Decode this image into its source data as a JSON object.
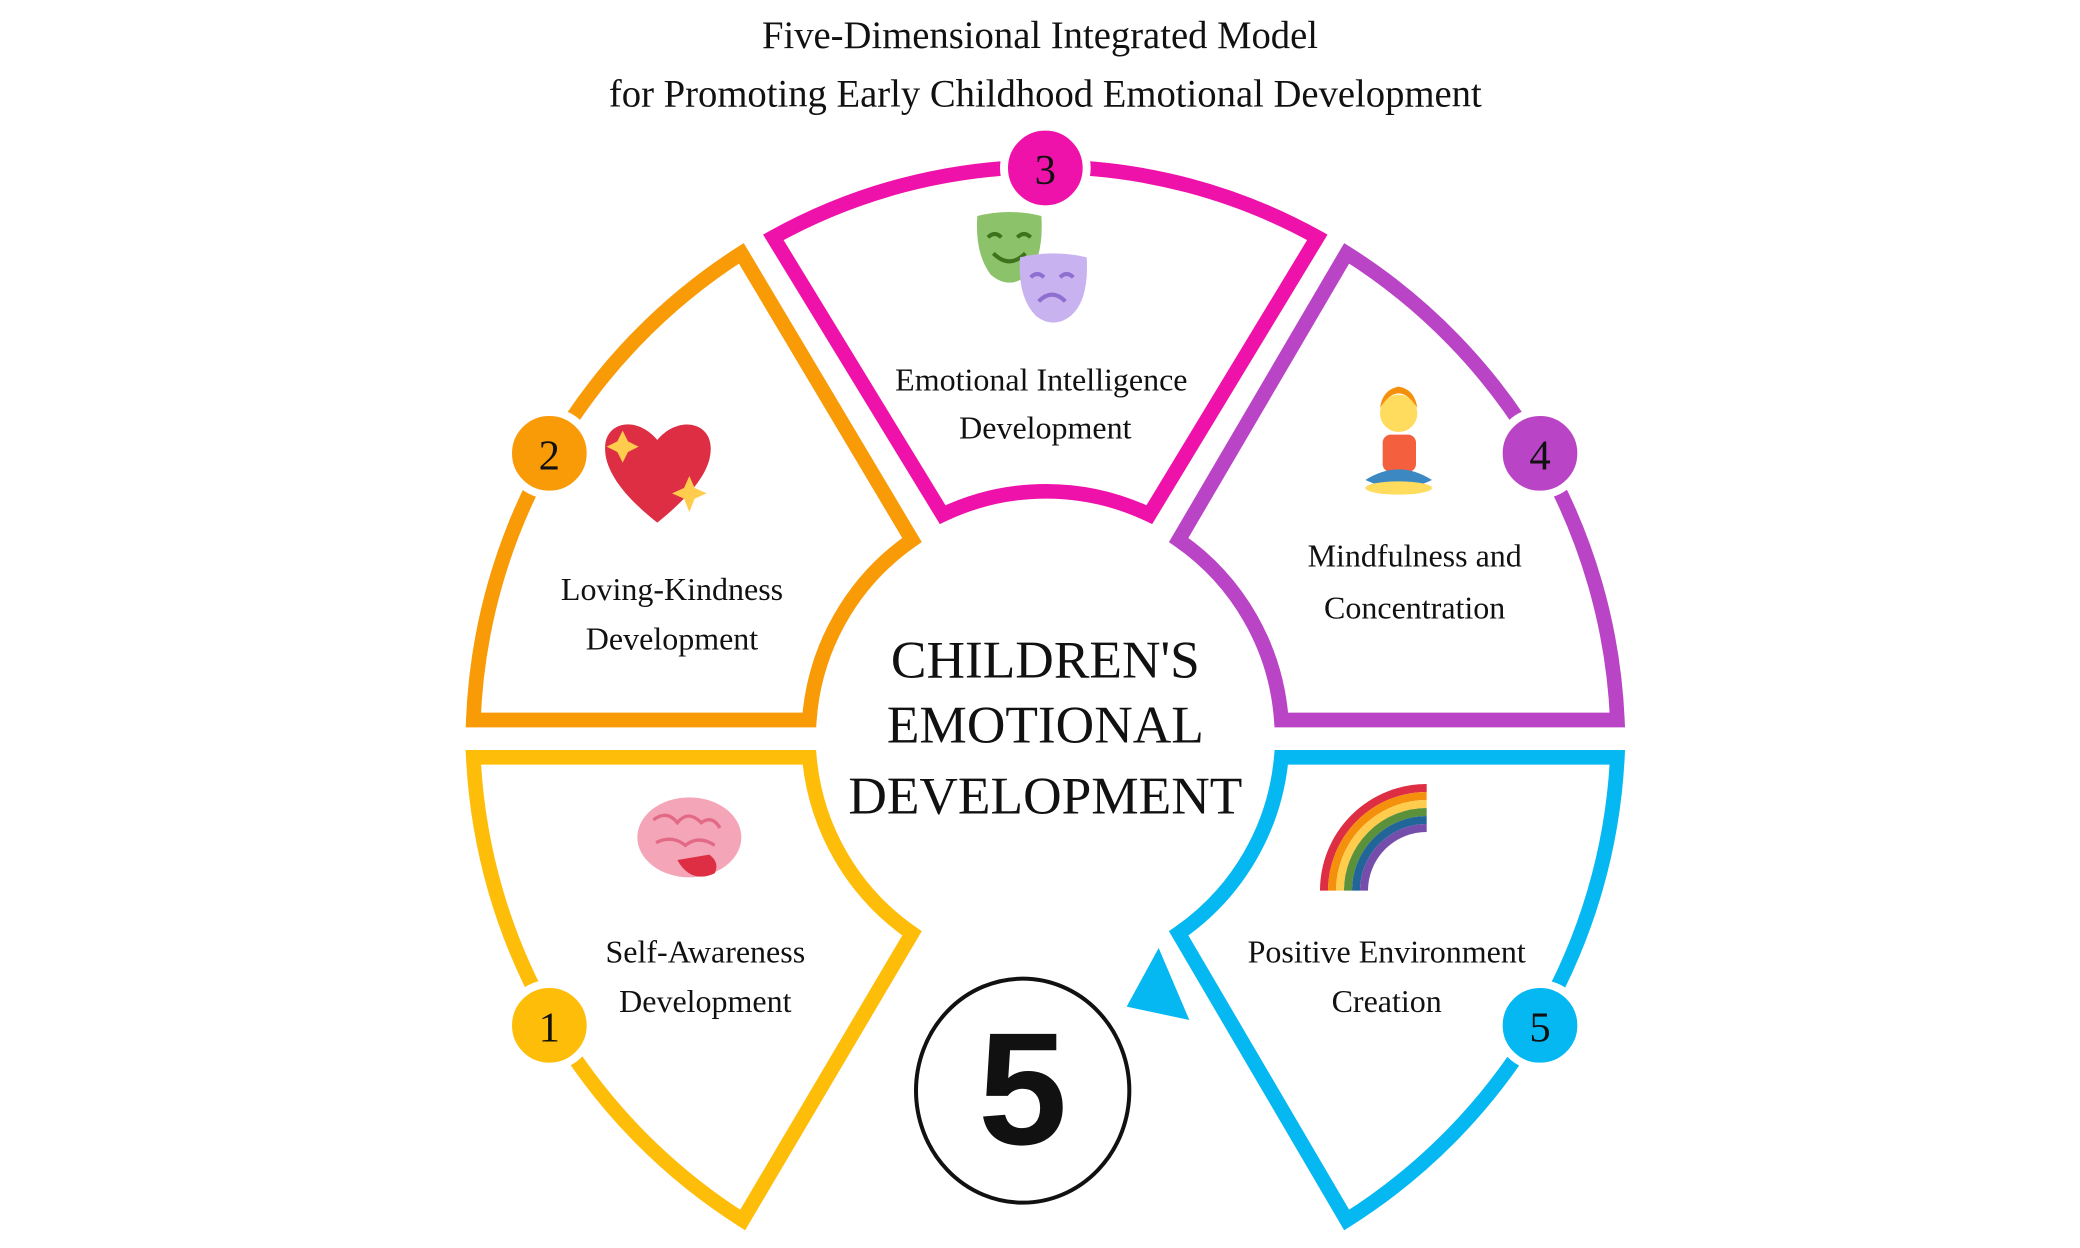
{
  "title": {
    "line1": "Five-Dimensional Integrated Model",
    "line2": "for Promoting Early Childhood Emotional Development"
  },
  "center": {
    "line1": "CHILDREN'S",
    "line2": "EMOTIONAL",
    "line3": "DEVELOPMENT"
  },
  "dimensions": [
    {
      "number": "1",
      "line1": "Self-Awareness",
      "line2": "Development",
      "color": "#FDBD08",
      "icon": "brain-icon"
    },
    {
      "number": "2",
      "line1": "Loving-Kindness",
      "line2": "Development",
      "color": "#F99A07",
      "icon": "sparkling-heart-icon"
    },
    {
      "number": "3",
      "line1": "Emotional Intelligence",
      "line2": "Development",
      "color": "#EE12AA",
      "icon": "theater-masks-icon"
    },
    {
      "number": "4",
      "line1": "Mindfulness and",
      "line2": "Concentration",
      "color": "#BA44C6",
      "icon": "meditating-person-icon"
    },
    {
      "number": "5",
      "line1": "Positive Environment",
      "line2": "Creation",
      "color": "#05B8F2",
      "icon": "rainbow-icon"
    }
  ],
  "count_badge": "5"
}
